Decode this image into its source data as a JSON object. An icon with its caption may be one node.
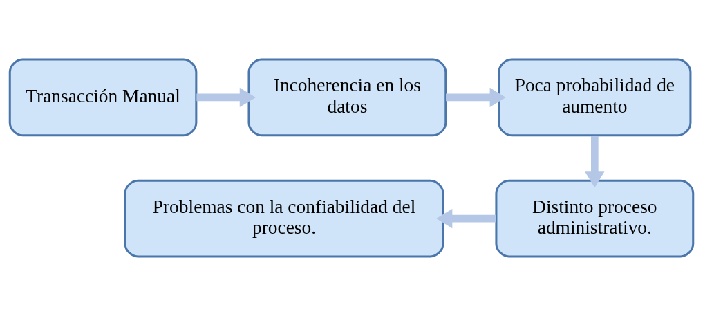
{
  "diagram": {
    "nodes": [
      {
        "text": [
          "Transacción Manual"
        ]
      },
      {
        "text": [
          "Incoherencia en los datos"
        ]
      },
      {
        "text": [
          "Poca probabilidad de aumento"
        ]
      },
      {
        "text": [
          "Distinto proceso administrativo."
        ]
      },
      {
        "text": [
          "Problemas con la confiabilidad del proceso."
        ]
      }
    ],
    "edges": [
      {
        "from": 0,
        "to": 1,
        "arrow": "to"
      },
      {
        "from": 1,
        "to": 2,
        "arrow": "to"
      },
      {
        "from": 2,
        "to": 3,
        "arrow": "to"
      },
      {
        "from": 3,
        "to": 4,
        "arrow": "to"
      }
    ]
  }
}
